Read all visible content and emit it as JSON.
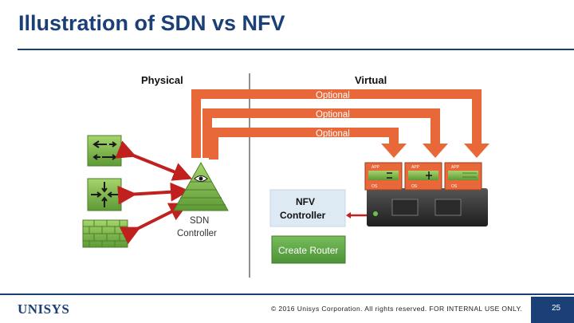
{
  "slide": {
    "title": "Illustration of SDN vs NFV",
    "page_number": "25"
  },
  "footer": {
    "logo": "UNISYS",
    "copyright": "© 2016 Unisys Corporation. All rights reserved. FOR INTERNAL USE ONLY."
  },
  "diagram": {
    "physical_label": "Physical",
    "virtual_label": "Virtual",
    "optional_labels": [
      "Optional",
      "Optional",
      "Optional"
    ],
    "sdn_controller_line1": "SDN",
    "sdn_controller_line2": "Controller",
    "nfv_controller_line1": "NFV",
    "nfv_controller_line2": "Controller",
    "create_router_button": "Create Router",
    "vm_app_label": "APP",
    "vm_os_label": "OS",
    "colors": {
      "brand_blue": "#1b3f77",
      "arrow_orange": "#e8683a",
      "device_green": "#7ab648",
      "controller_red": "#c0201e",
      "nfv_box_bg": "#dde9f3",
      "button_green": "#5ea546",
      "server_dark": "#333333"
    },
    "icons": [
      "switch-arrows-icon",
      "router-arrows-icon",
      "firewall-brick-icon",
      "sdn-pyramid-icon",
      "server-icon"
    ]
  }
}
